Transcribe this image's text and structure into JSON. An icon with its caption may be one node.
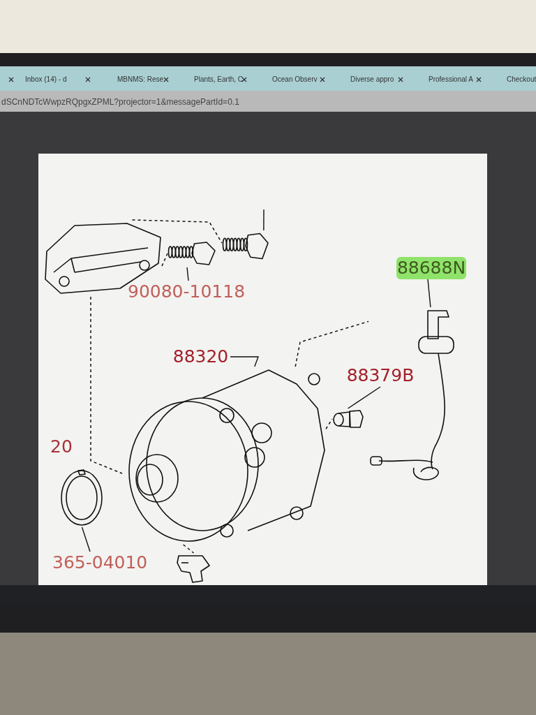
{
  "diagram": {
    "nodes": [
      {
        "text": [],
        "shape": "picture"
      },
      {
        "text": [],
        "shape": "picture"
      },
      {
        "text": [],
        "shape": "picture"
      },
      {
        "text": [
          "90080-10118"
        ]
      },
      {
        "text": [
          "88688N"
        ]
      },
      {
        "text": [],
        "shape": "picture"
      },
      {
        "text": [
          "88320"
        ]
      },
      {
        "text": [],
        "shape": "picture"
      },
      {
        "text": [
          "88379B"
        ]
      },
      {
        "text": [],
        "shape": "picture"
      },
      {
        "text": [],
        "shape": "picture"
      },
      {
        "text": [
          "365-04010"
        ]
      },
      {
        "text": [],
        "shape": "picture"
      }
    ],
    "edges": [
      {
        "from": 3,
        "to": 1,
        "arrow": "none"
      },
      {
        "from": null,
        "to": 2,
        "arrow": "none"
      },
      {
        "from": 4,
        "to": 5,
        "arrow": "none"
      },
      {
        "from": 6,
        "to": 7,
        "arrow": "none"
      },
      {
        "from": 8,
        "to": 9,
        "arrow": "none"
      },
      {
        "from": 11,
        "to": 10,
        "arrow": "none"
      },
      {
        "from": 0,
        "to": 1,
        "arrow": "none",
        "style": "dashed"
      },
      {
        "from": 0,
        "to": 2,
        "arrow": "none",
        "style": "dashed"
      },
      {
        "from": 0,
        "to": 7,
        "arrow": "none",
        "style": "dashed"
      },
      {
        "from": 7,
        "to": 5,
        "arrow": "none",
        "style": "dashed"
      },
      {
        "from": 7,
        "to": 9,
        "arrow": "none",
        "style": "dashed"
      },
      {
        "from": 7,
        "to": 12,
        "arrow": "none",
        "style": "dashed"
      }
    ],
    "labels": [
      "Inbox (14) - d",
      "MBNMS: Rese",
      "Plants, Earth, C",
      "Ocean Observ",
      "Diverse appro",
      "Professional A",
      "Checkout",
      "dSCnNDTcWwpzRQpgxZPML?projector=1&messagePartId=0.1",
      "20"
    ]
  }
}
